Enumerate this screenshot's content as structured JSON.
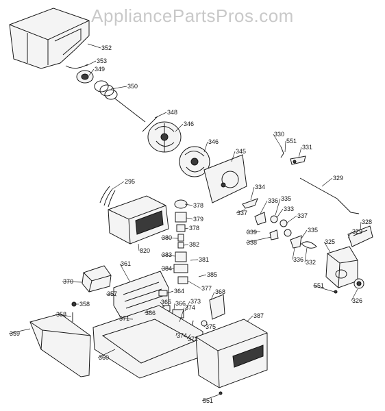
{
  "watermark": "AppliancePartsPros.com",
  "labels": [
    {
      "id": "352",
      "text": "352"
    },
    {
      "id": "353",
      "text": "353"
    },
    {
      "id": "349",
      "text": "349"
    },
    {
      "id": "350",
      "text": "350"
    },
    {
      "id": "348",
      "text": "348"
    },
    {
      "id": "346a",
      "text": "346"
    },
    {
      "id": "346b",
      "text": "346"
    },
    {
      "id": "345",
      "text": "345"
    },
    {
      "id": "330",
      "text": "330"
    },
    {
      "id": "551a",
      "text": "551"
    },
    {
      "id": "331",
      "text": "331"
    },
    {
      "id": "329a",
      "text": "329"
    },
    {
      "id": "295",
      "text": "295"
    },
    {
      "id": "378a",
      "text": "378"
    },
    {
      "id": "379",
      "text": "379"
    },
    {
      "id": "378b",
      "text": "378"
    },
    {
      "id": "820",
      "text": "820"
    },
    {
      "id": "380",
      "text": "380"
    },
    {
      "id": "382",
      "text": "382"
    },
    {
      "id": "383",
      "text": "383"
    },
    {
      "id": "381",
      "text": "381"
    },
    {
      "id": "384",
      "text": "384"
    },
    {
      "id": "385",
      "text": "385"
    },
    {
      "id": "334",
      "text": "334"
    },
    {
      "id": "336",
      "text": "336"
    },
    {
      "id": "335a",
      "text": "335"
    },
    {
      "id": "333",
      "text": "333"
    },
    {
      "id": "337a",
      "text": "337"
    },
    {
      "id": "337b",
      "text": "337"
    },
    {
      "id": "339",
      "text": "339"
    },
    {
      "id": "338",
      "text": "338"
    },
    {
      "id": "332",
      "text": "332"
    },
    {
      "id": "335b",
      "text": "335"
    },
    {
      "id": "336b",
      "text": "336"
    },
    {
      "id": "328",
      "text": "328"
    },
    {
      "id": "329b",
      "text": "329"
    },
    {
      "id": "325",
      "text": "325"
    },
    {
      "id": "551b",
      "text": "551"
    },
    {
      "id": "326",
      "text": "326"
    },
    {
      "id": "361",
      "text": "361"
    },
    {
      "id": "370",
      "text": "370"
    },
    {
      "id": "357",
      "text": "357"
    },
    {
      "id": "358a",
      "text": "358"
    },
    {
      "id": "358b",
      "text": "358"
    },
    {
      "id": "364",
      "text": "364"
    },
    {
      "id": "377",
      "text": "377"
    },
    {
      "id": "368",
      "text": "368"
    },
    {
      "id": "373",
      "text": "373"
    },
    {
      "id": "386",
      "text": "386"
    },
    {
      "id": "365",
      "text": "365"
    },
    {
      "id": "366",
      "text": "366"
    },
    {
      "id": "374a",
      "text": "374"
    },
    {
      "id": "371",
      "text": "371"
    },
    {
      "id": "374b",
      "text": "374"
    },
    {
      "id": "372",
      "text": "372"
    },
    {
      "id": "375",
      "text": "375"
    },
    {
      "id": "387",
      "text": "387"
    },
    {
      "id": "359",
      "text": "359"
    },
    {
      "id": "360",
      "text": "360"
    },
    {
      "id": "551c",
      "text": "551"
    }
  ]
}
